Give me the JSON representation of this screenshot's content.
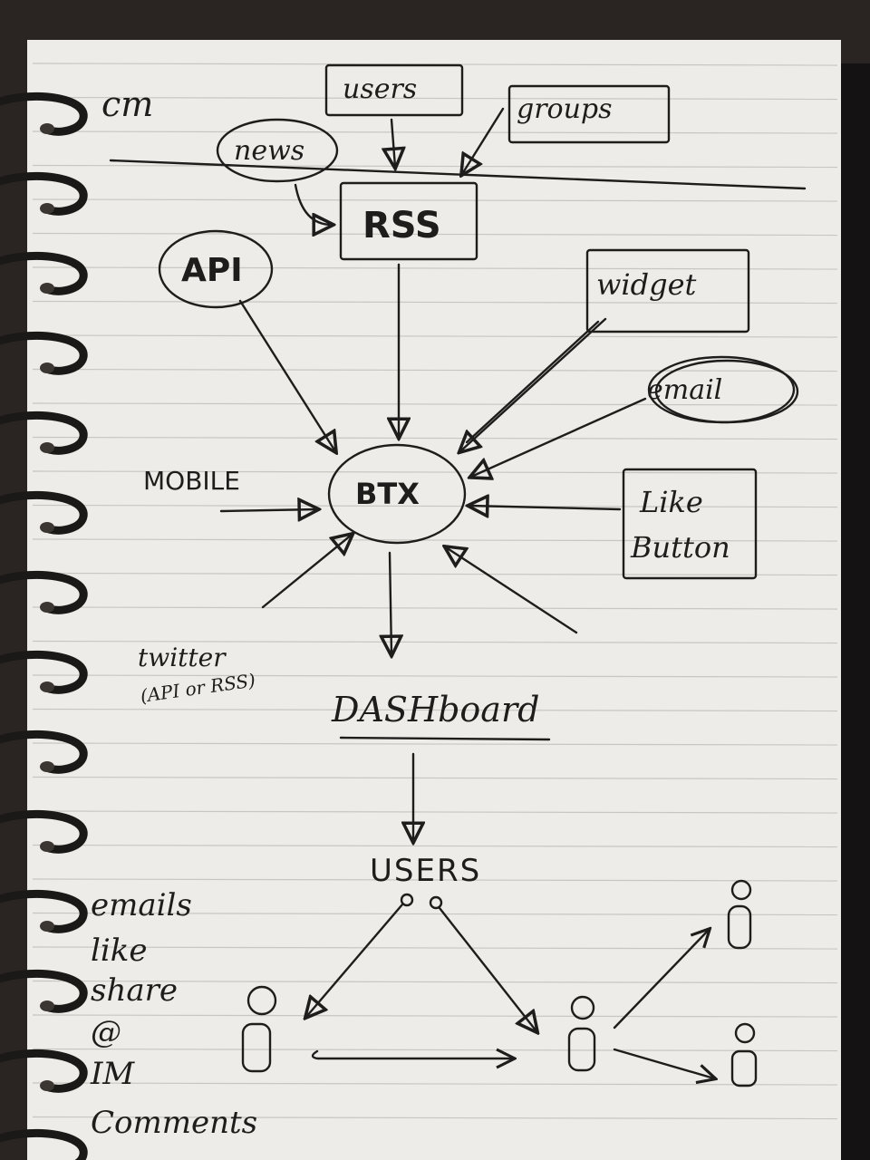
{
  "diagram": {
    "header_label": "cm",
    "sources_top": {
      "users": "users",
      "groups": "groups",
      "news": "news"
    },
    "rss": "RSS",
    "api": "API",
    "widget": "widget",
    "email": "email",
    "mobile": "MOBILE",
    "center": "BTX",
    "like_button_line1": "Like",
    "like_button_line2": "Button",
    "twitter_line1": "twitter",
    "twitter_line2": "(API or RSS)",
    "dashboard": "DASHboard",
    "users_bottom": "USERS",
    "actions": [
      "emails",
      "like",
      "share",
      "@",
      "IM",
      "Comments"
    ]
  },
  "colors": {
    "paper": "#eeece8",
    "ink": "#1f1d1c",
    "ruled_line": "#c9c6c1",
    "binder": "#1b1918"
  }
}
